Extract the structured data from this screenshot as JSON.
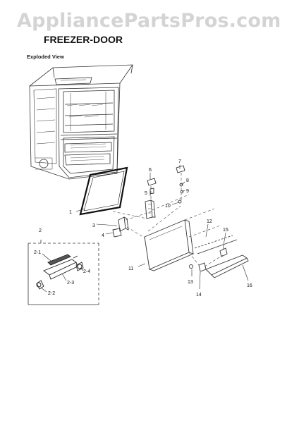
{
  "watermark": "AppliancePartsPros.com",
  "title": "FREEZER-DOOR",
  "subtitle": "Exploded View",
  "callouts": [
    "1",
    "2",
    "2-1",
    "2-2",
    "2-3",
    "2-4",
    "3",
    "4",
    "5",
    "6",
    "7",
    "8",
    "9",
    "10",
    "11",
    "12",
    "13",
    "14",
    "15",
    "16"
  ],
  "colors": {
    "watermark": "#d4d4d4",
    "line": "#333333",
    "text": "#111111"
  }
}
